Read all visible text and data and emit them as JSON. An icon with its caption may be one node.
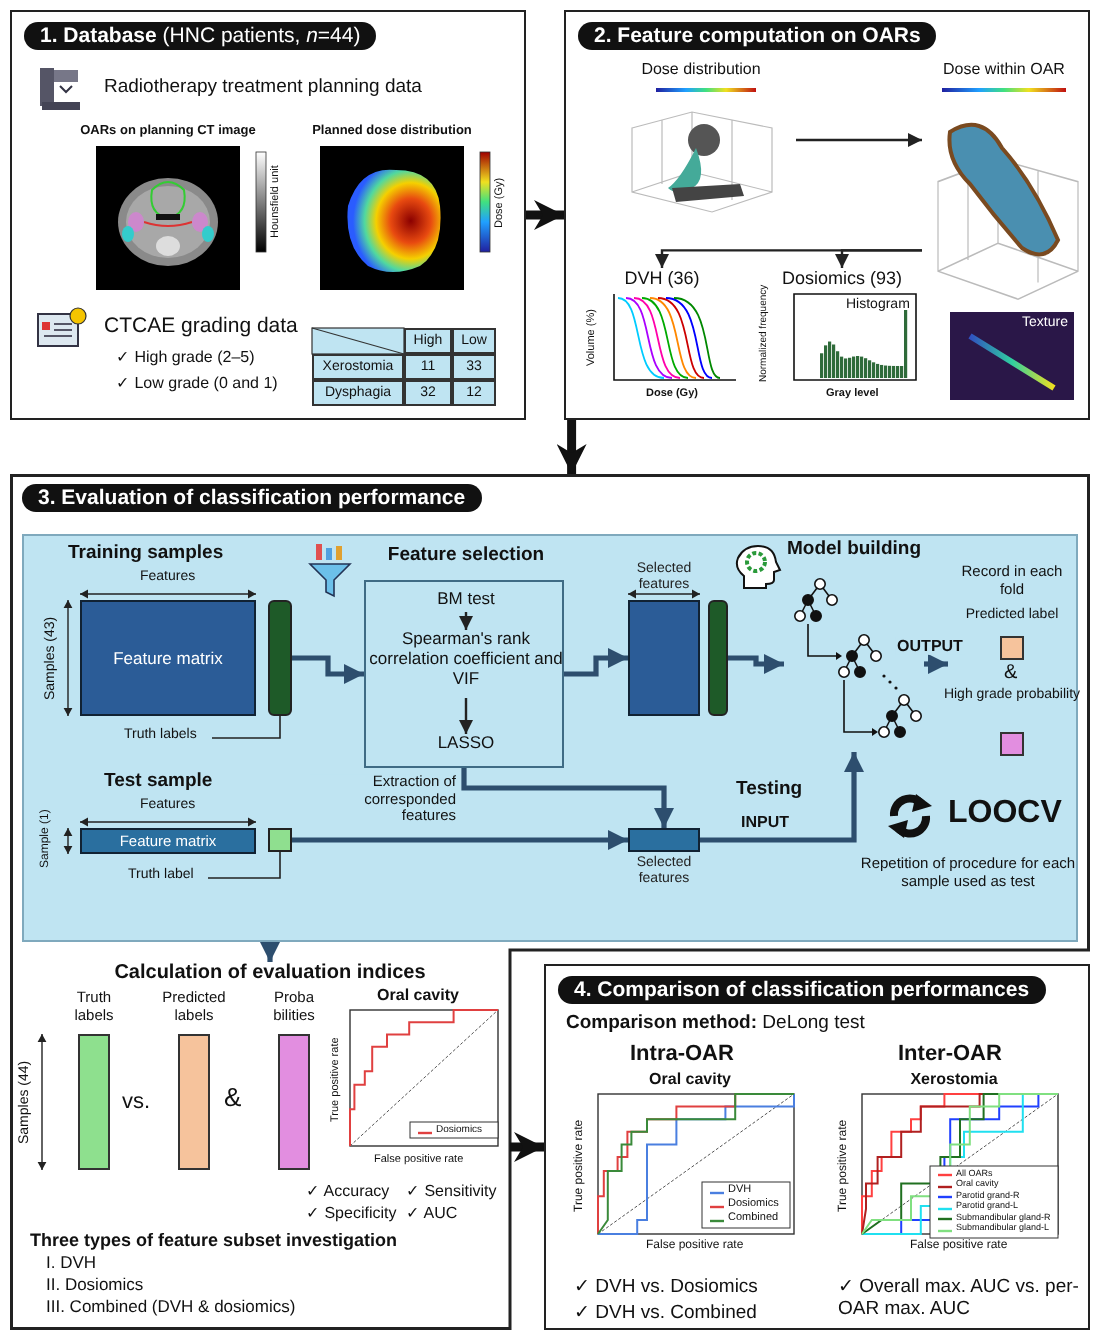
{
  "diagram": {
    "nodes": [
      {
        "text": [
          "**1. Database** (HNC patients, *n*=44)"
        ]
      },
      {
        "text": [
          "OARs on planning CT image"
        ],
        "in": 0
      },
      {
        "text": [
          "Planned dose distribution"
        ],
        "in": 0
      },
      {
        "text": [
          "2. Feature computation on OARs"
        ]
      },
      {
        "text": [
          "Dose distribution"
        ],
        "in": 3
      },
      {
        "text": [
          "Dose within OAR"
        ],
        "in": 3
      },
      {
        "text": [
          "DVH (36)"
        ],
        "in": 3
      },
      {
        "text": [
          "Dosiomics (93)",
          "Histogram"
        ],
        "in": 3
      },
      {
        "text": [
          "Texture"
        ],
        "in": 3
      },
      {
        "text": [
          "3. Evaluation of classification performance"
        ]
      },
      {
        "text": [],
        "shape": "box",
        "in": 9
      },
      {
        "text": [
          "Feature matrix"
        ],
        "in": 10
      },
      {
        "text": [],
        "shape": "bar",
        "in": 10
      },
      {
        "text": [
          "Truth labels"
        ],
        "in": 10
      },
      {
        "text": [
          "Feature selection"
        ],
        "in": 10
      },
      {
        "text": [
          "BM test"
        ],
        "in": 14
      },
      {
        "text": [
          "Spearman's rank correlation coefficient and VIF"
        ],
        "in": 14
      },
      {
        "text": [
          "LASSO"
        ],
        "in": 14
      },
      {
        "text": [
          "Selected features"
        ],
        "in": 10
      },
      {
        "text": [],
        "shape": "bar",
        "in": 10
      },
      {
        "text": [
          "Model building"
        ],
        "in": 10
      },
      {
        "text": [
          "Record in each fold"
        ],
        "in": 10
      },
      {
        "text": [
          "Predicted label"
        ],
        "in": 21
      },
      {
        "text": [
          "High grade probability"
        ],
        "in": 21
      },
      {
        "text": [
          "Feature matrix"
        ],
        "in": 10
      },
      {
        "text": [],
        "shape": "box",
        "in": 10
      },
      {
        "text": [
          "Truth label"
        ],
        "in": 10
      },
      {
        "text": [
          "Selected features"
        ],
        "in": 10
      },
      {
        "text": [
          "Calculation of evaluation indices"
        ],
        "in": 9
      },
      {
        "text": [
          "Truth labels"
        ],
        "in": 9
      },
      {
        "text": [
          "Predicted labels"
        ],
        "in": 9
      },
      {
        "text": [
          "Proba bilities"
        ],
        "in": 9
      },
      {
        "text": [
          "Oral cavity"
        ],
        "in": 9
      },
      {
        "text": [
          "4. Comparison of classification performances"
        ]
      },
      {
        "text": [
          "Oral cavity"
        ],
        "in": 33
      },
      {
        "text": [
          "Xerostomia"
        ],
        "in": 33
      }
    ],
    "edges": [
      {
        "from": 0,
        "to": 3,
        "arrow": "to",
        "color": "#111111"
      },
      {
        "from": 3,
        "to": 9,
        "arrow": "to",
        "color": "#111111"
      },
      {
        "from": 4,
        "to": 5,
        "arrow": "to"
      },
      {
        "from": 5,
        "to": 6,
        "arrow": "to"
      },
      {
        "from": 5,
        "to": 7,
        "arrow": "to"
      },
      {
        "from": 12,
        "to": 14,
        "arrow": "to"
      },
      {
        "from": 15,
        "to": 16,
        "arrow": "to"
      },
      {
        "from": 16,
        "to": 17,
        "arrow": "to"
      },
      {
        "from": 14,
        "to": 18,
        "arrow": "to"
      },
      {
        "from": 19,
        "to": 20,
        "arrow": "to"
      },
      {
        "from": 20,
        "to": 21,
        "arrow": "to",
        "label": "OUTPUT"
      },
      {
        "from": 14,
        "to": 27,
        "arrow": "to",
        "label": "Extraction of corresponded features"
      },
      {
        "from": 25,
        "to": 27,
        "arrow": "to"
      },
      {
        "from": 27,
        "to": 20,
        "arrow": "to",
        "label": "INPUT"
      },
      {
        "from": 13,
        "to": 12,
        "arrow": "none"
      },
      {
        "from": 26,
        "to": 25,
        "arrow": "none"
      },
      {
        "from": 10,
        "to": 28,
        "arrow": "to"
      },
      {
        "from": 9,
        "to": 33,
        "arrow": "to",
        "color": "#111111"
      }
    ],
    "labels": [
      "Radiotherapy treatment planning data",
      "Hounsfield unit",
      "Dose (Gy)",
      "CTCAE grading data",
      "✓ High grade (2–5)",
      "✓ Low grade (0 and 1)",
      "High",
      "Low",
      "Xerostomia",
      "11",
      "33",
      "Dysphagia",
      "32",
      "12",
      "Volume (%)",
      "Dose (Gy)",
      "Normalized frequency",
      "Gray level",
      "Training samples",
      "Features",
      "Samples (43)",
      "Test sample",
      "Features",
      "Sample (1)",
      "&",
      "Testing",
      "LOOCV",
      "Repetition of procedure for each sample used as test",
      "Samples (44)",
      "vs.",
      "&",
      "True positive rate",
      "False positive rate",
      "✓ Accuracy",
      "✓ Sensitivity",
      "✓ Specificity",
      "✓ AUC",
      "Three types of feature subset investigation",
      "I. DVH",
      "II. Dosiomics",
      "III. Combined (DVH & dosiomics)",
      "**Comparison method:** DeLong test",
      "Intra-OAR",
      "Inter-OAR",
      "True positive rate",
      "False positive rate",
      "True positive rate",
      "False positive rate",
      "✓ DVH vs. Dosiomics",
      "✓ DVH vs. Combined",
      "✓ Overall max. AUC vs. per-OAR max. AUC"
    ],
    "legend": [
      {
        "text": "Dosiomics"
      },
      {
        "text": "DVH"
      },
      {
        "text": "Dosiomics"
      },
      {
        "text": "Combined"
      },
      {
        "text": "All OARs"
      },
      {
        "text": "Oral cavity"
      },
      {
        "text": "Parotid grand-R"
      },
      {
        "text": "Parotid grand-L"
      },
      {
        "text": "Submandibular gland-R"
      },
      {
        "text": "Submandibular gland-L"
      }
    ]
  }
}
